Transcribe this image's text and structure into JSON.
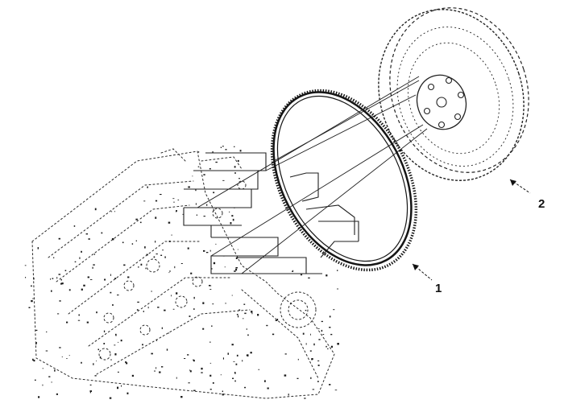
{
  "callouts": [
    {
      "number": "1",
      "part": "ring-gear"
    },
    {
      "number": "2",
      "part": "flywheel"
    }
  ],
  "colors": {
    "ink": "#1a1a1a",
    "background": "#ffffff"
  }
}
